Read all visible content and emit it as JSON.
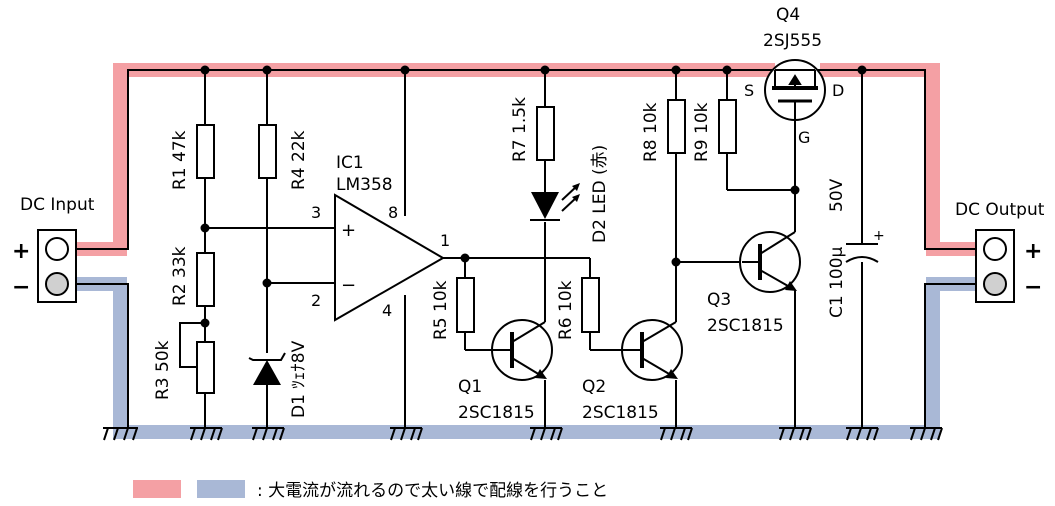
{
  "labels": {
    "dc_input": "DC Input",
    "dc_output": "DC Output",
    "plus": "+",
    "minus": "−",
    "r1": "R1 47k",
    "r4": "R4 22k",
    "r2": "R2 33k",
    "r3": "R3 50k",
    "d1": "D1 ﾂｪﾅ8V",
    "ic1": "IC1",
    "lm358": "LM358",
    "pin3": "3",
    "pin8": "8",
    "pin2": "2",
    "pin4": "4",
    "pin1": "1",
    "op_plus": "+",
    "op_minus": "−",
    "r7": "R7 1.5k",
    "d2": "D2 LED (赤)",
    "r5": "R5 10k",
    "r6": "R6 10k",
    "q1": "Q1",
    "q1_part": "2SC1815",
    "q2": "Q2",
    "q2_part": "2SC1815",
    "r8": "R8 10k",
    "r9": "R9 10k",
    "q3": "Q3",
    "q3_part": "2SC1815",
    "q4": "Q4",
    "q4_part": "2SJ555",
    "s": "S",
    "d": "D",
    "g": "G",
    "c1_v": "50V",
    "c1": "C1 100μ",
    "cap_plus": "+",
    "legend": ": 大電流が流れるので太い線で配線を行うこと"
  },
  "colors": {
    "high_current_positive": "#f4a0a4",
    "high_current_ground": "#a9b8d6"
  }
}
